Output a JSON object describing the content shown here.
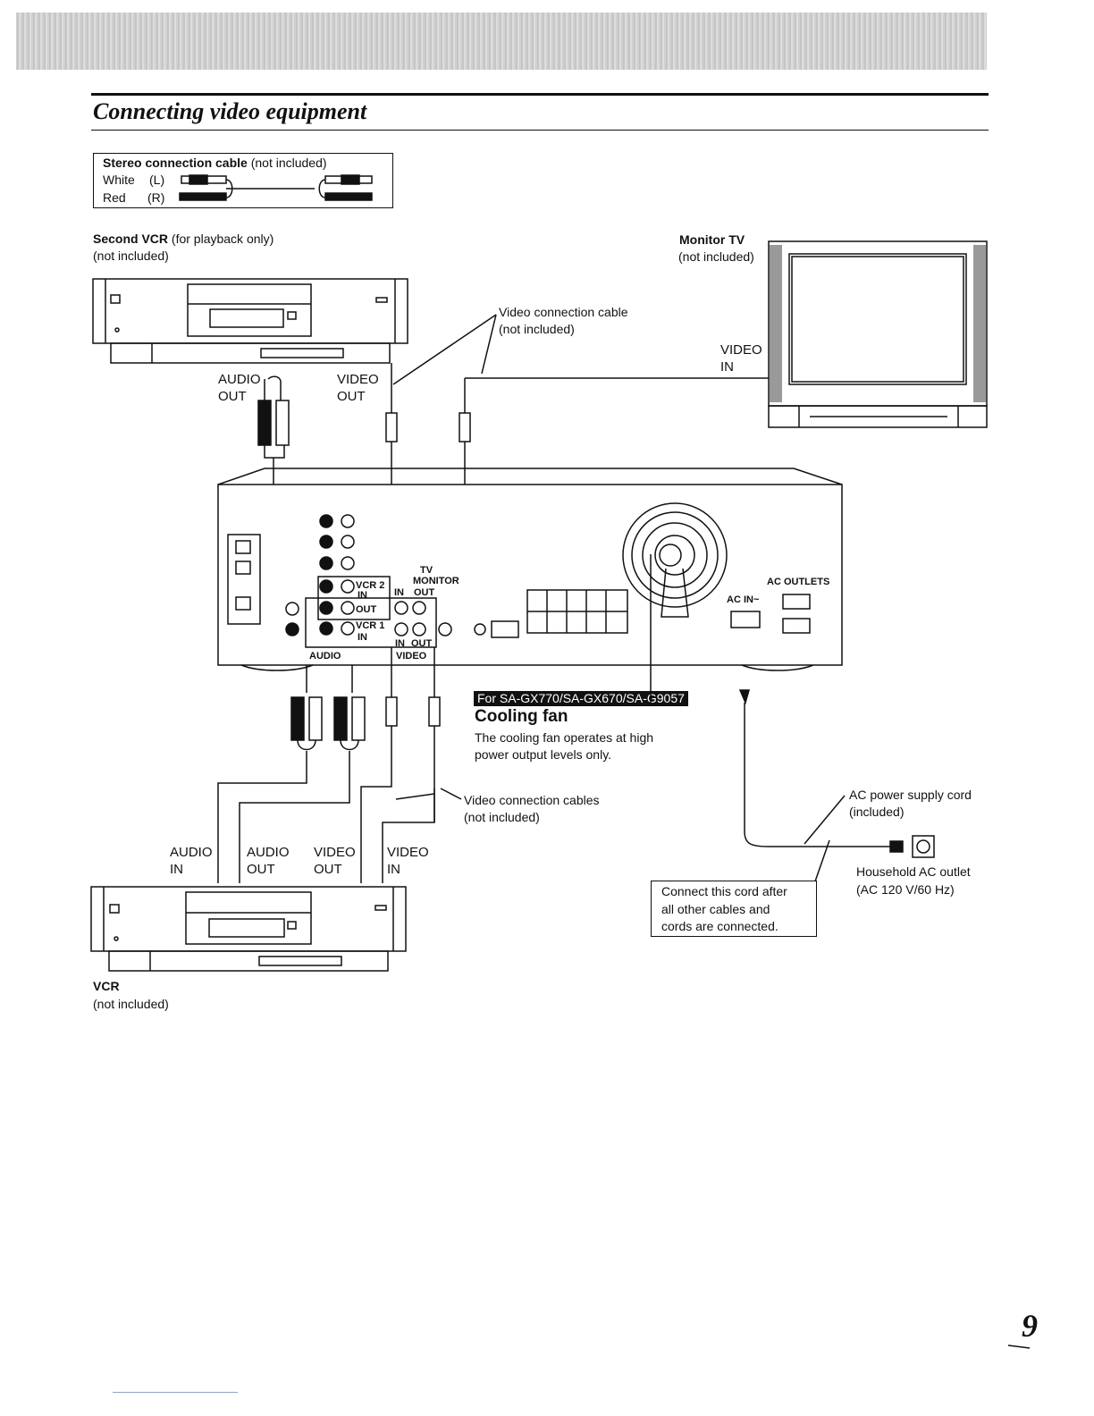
{
  "page_title": "Connecting video equipment",
  "page_number": "9",
  "cable_legend": {
    "title": "Stereo connection cable",
    "title_suffix": "(not included)",
    "white_label": "White",
    "white_channel": "(L)",
    "red_label": "Red",
    "red_channel": "(R)"
  },
  "second_vcr": {
    "title": "Second VCR",
    "title_suffix": "(for playback only)",
    "note": "(not included)",
    "audio_out_1": "AUDIO",
    "audio_out_2": "OUT",
    "video_out_1": "VIDEO",
    "video_out_2": "OUT"
  },
  "monitor_tv": {
    "title": "Monitor TV",
    "note": "(not included)",
    "video_in_1": "VIDEO",
    "video_in_2": "IN"
  },
  "video_cable_top": {
    "line1": "Video connection cable",
    "line2": "(not included)"
  },
  "receiver_panel": {
    "vcr2": "VCR 2",
    "in": "IN",
    "out": "OUT",
    "tv": "TV",
    "monitor": "MONITOR",
    "vcr1": "VCR 1",
    "audio": "AUDIO",
    "video": "VIDEO",
    "ac_in": "AC IN~",
    "ac_outlets": "AC OUTLETS"
  },
  "cooling_fan": {
    "badge": "For SA-GX770/SA-GX670/SA-G9057",
    "title": "Cooling fan",
    "line1": "The cooling fan operates at high",
    "line2": "power output levels only."
  },
  "video_cables_bottom": {
    "line1": "Video connection cables",
    "line2": "(not included)"
  },
  "ac_cord": {
    "line1": "AC power supply cord",
    "line2": "(included)"
  },
  "household_outlet": {
    "line1": "Household AC outlet",
    "line2": "(AC 120 V/60 Hz)"
  },
  "cord_note": {
    "line1": "Connect this cord after",
    "line2": "all other cables and",
    "line3": "cords are connected."
  },
  "vcr": {
    "title": "VCR",
    "note": "(not included)",
    "audio_in_1": "AUDIO",
    "audio_in_2": "IN",
    "audio_out_1": "AUDIO",
    "audio_out_2": "OUT",
    "video_out_1": "VIDEO",
    "video_out_2": "OUT",
    "video_in_1": "VIDEO",
    "video_in_2": "IN"
  }
}
